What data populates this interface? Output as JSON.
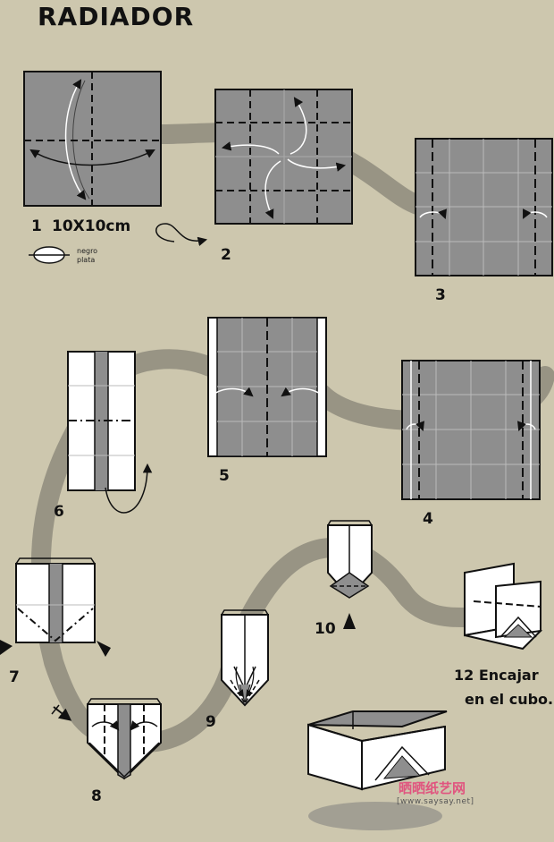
{
  "title": "RADIADOR",
  "steps": {
    "s1": "1",
    "s1_size": "10X10cm",
    "s2": "2",
    "s3": "3",
    "s4": "4",
    "s5": "5",
    "s6": "6",
    "s7": "7",
    "s8": "8",
    "s9": "9",
    "s10": "10",
    "s12_line1": "12 Encajar",
    "s12_line2": "en el cubo."
  },
  "legend": {
    "color1": "negro",
    "color2": "plata"
  },
  "watermark": {
    "brand": "晒晒纸艺网",
    "url": "[www.saysay.net]"
  },
  "colors": {
    "background": "#cdc7ae",
    "path": "#8e8b7d",
    "paper_grey": "#8e8e8e",
    "paper_white": "#ffffff",
    "ink": "#111111",
    "watermark": "#e0557f"
  }
}
